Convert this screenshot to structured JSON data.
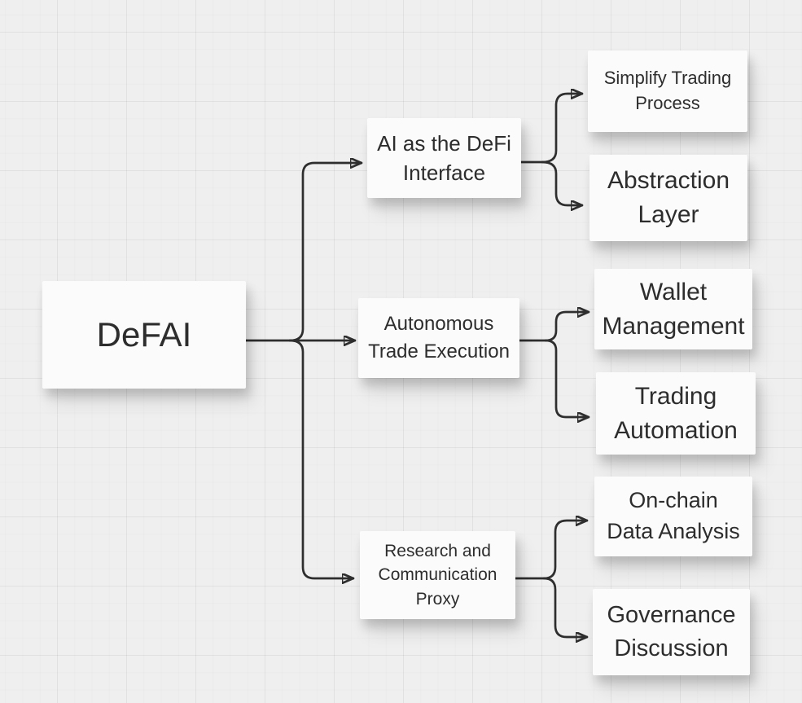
{
  "canvas": {
    "background": "#efefef",
    "grid_major_color": "#e4e4e4",
    "grid_minor_color": "#eaeaea",
    "line_color": "#2e2e2e",
    "card_color": "#fbfbfb",
    "text_color": "#2d2d2d"
  },
  "mindmap": {
    "root": {
      "label": "DeFAI"
    },
    "branches": [
      {
        "label": "AI as the DeFi\nInterface",
        "children": [
          {
            "label": "Simplify Trading\nProcess"
          },
          {
            "label": "Abstraction\nLayer"
          }
        ]
      },
      {
        "label": "Autonomous\nTrade Execution",
        "children": [
          {
            "label": "Wallet\nManagement"
          },
          {
            "label": "Trading\nAutomation"
          }
        ]
      },
      {
        "label": "Research and\nCommunication\nProxy",
        "children": [
          {
            "label": "On-chain\nData Analysis"
          },
          {
            "label": "Governance\nDiscussion"
          }
        ]
      }
    ]
  }
}
